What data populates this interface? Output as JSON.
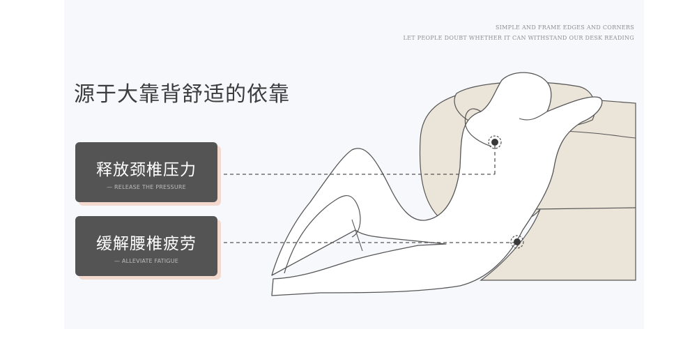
{
  "tagline": {
    "line1": "SIMPLE AND FRAME EDGES AND CORNERS",
    "line2": "LET PEOPLE DOUBT WHETHER IT CAN WITHSTAND OUR DESK READING"
  },
  "headline": "源于大靠背舒适的依靠",
  "features": [
    {
      "title": "释放颈椎压力",
      "subtitle": "— RELEASE THE PRESSURE"
    },
    {
      "title": "缓解腰椎疲劳",
      "subtitle": "— ALLEVIATE FATIGUE"
    }
  ],
  "colors": {
    "card_bg": "#545454",
    "card_shadow": "#f3d9ce",
    "pillow": "#ebe4d8",
    "outline": "#555555"
  }
}
